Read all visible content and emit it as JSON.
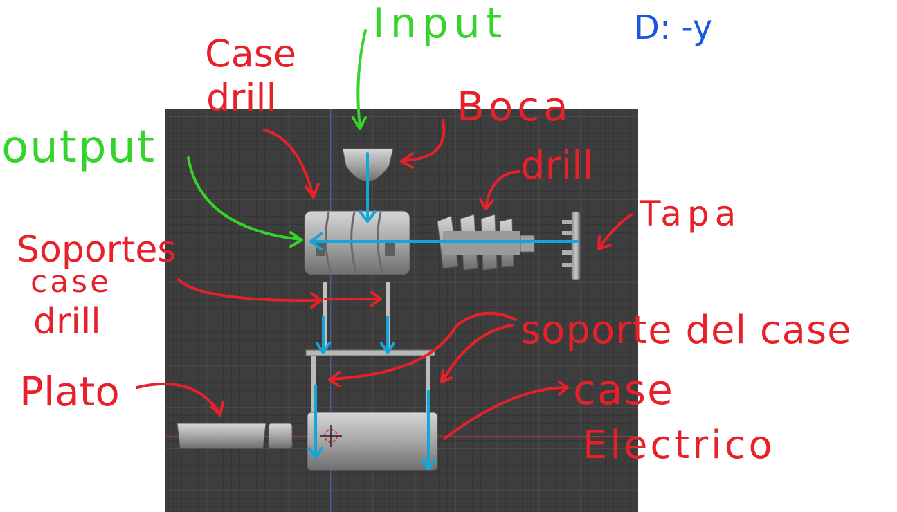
{
  "colors": {
    "viewport_bg": "#3d3d3d",
    "label_red": "#e8202a",
    "label_green": "#35d42a",
    "label_blue": "#1a56e0",
    "arrow_cyan": "#14a6d6",
    "part_gray": "#a8a8a8"
  },
  "labels": {
    "input": "Input",
    "dir": "D: -y",
    "case_line1": "Case",
    "case_line2": "drill",
    "boca": "Boca",
    "output": "output",
    "drill": "drill",
    "tapa": "Tapa",
    "soportes_line1": "Soportes",
    "soportes_line2": "case",
    "soportes_line3": "drill",
    "soporte_del_case": "soporte del case",
    "plato": "Plato",
    "case_electrico_line1": "case",
    "case_electrico_line2": "Electrico"
  },
  "icons": {
    "origin": "3d-cursor-icon"
  }
}
